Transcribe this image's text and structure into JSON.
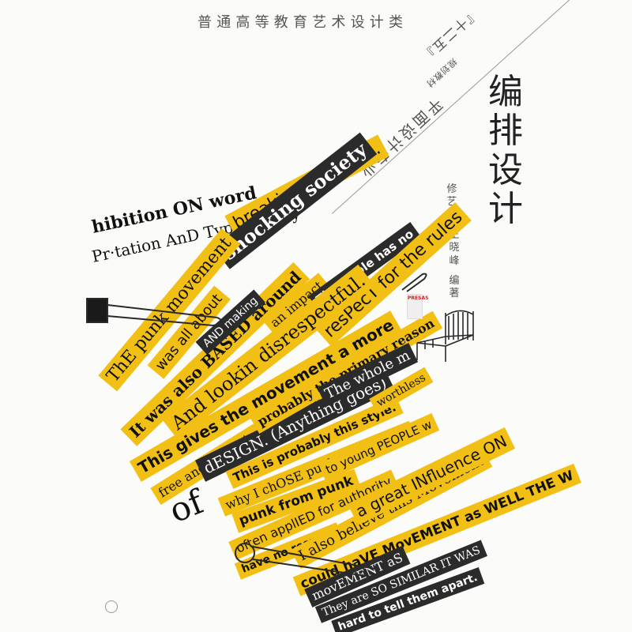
{
  "cover": {
    "series": "普通高等教育艺术设计类",
    "diagonal_1": "『十二五』",
    "diagonal_2": "规划教材",
    "diagonal_3": "平面设计专业",
    "title": "编排设计",
    "author_1": "修艺源",
    "author_2": "王晓峰",
    "role": "编著",
    "publisher": "",
    "inset_label": "PRESAS"
  },
  "colors": {
    "yellow": "#f2bf15",
    "black": "#1a1a1a",
    "dark_strip": "#2b2b2b"
  },
  "collage": {
    "pieces": [
      {
        "text": "hibition ON word",
        "style": "plain"
      },
      {
        "text": "Pr·tation AnD TypoGraphy",
        "style": "plain"
      },
      {
        "text": "breaking the rules.",
        "style": "yellow"
      },
      {
        "text": "shocking society",
        "style": "dark"
      },
      {
        "text": "ThE punk movement",
        "style": "yellow"
      },
      {
        "text": "was all about",
        "style": "yellow"
      },
      {
        "text": "It was also BASED around",
        "style": "yellow"
      },
      {
        "text": "AND making",
        "style": "dark"
      },
      {
        "text": "an impact",
        "style": "yellow"
      },
      {
        "text": "The whole has no",
        "style": "dark"
      },
      {
        "text": "resPecT for the rules",
        "style": "yellow"
      },
      {
        "text": "And lookin disrespectful.",
        "style": "yellow"
      },
      {
        "text": "This gives the movement a more",
        "style": "yellow"
      },
      {
        "text": "free and dynamic movement.",
        "style": "yellow"
      },
      {
        "text": "dESIGN. (Anything goes)",
        "style": "dark"
      },
      {
        "text": "probably the primary reason",
        "style": "yellow"
      },
      {
        "text": "The whole m",
        "style": "dark"
      },
      {
        "text": "of",
        "style": "yellow"
      },
      {
        "text": "This is probably this style.",
        "style": "yellow"
      },
      {
        "text": "why I chOSE punk rock means",
        "style": "yellow"
      },
      {
        "text": "worthless",
        "style": "yellow"
      },
      {
        "text": "punk from punk",
        "style": "yellow"
      },
      {
        "text": "to young PEOPLE w",
        "style": "yellow"
      },
      {
        "text": "often applIED for authority",
        "style": "yellow"
      },
      {
        "text": "have no respect",
        "style": "yellow"
      },
      {
        "text": "I also believe this Movement",
        "style": "yellow"
      },
      {
        "text": "a great INfluence ON",
        "style": "yellow"
      },
      {
        "text": "could haVE MovEMENT as WELL THE W",
        "style": "yellow"
      },
      {
        "text": "movEMENT aS",
        "style": "dark"
      },
      {
        "text": "They are SO SIMILAR IT WAS",
        "style": "dark"
      },
      {
        "text": "hard to tell them apart.",
        "style": "dark"
      }
    ]
  }
}
